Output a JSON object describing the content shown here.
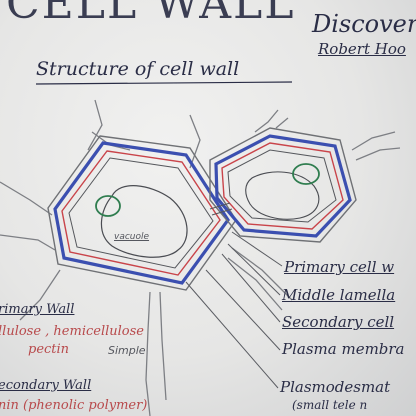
{
  "heading": "CELL WALL",
  "discovered": "Discover",
  "robert_hooke": "Robert Hoo",
  "subtitle": "Structure of cell wall",
  "vacuole": "vacuole",
  "labels": {
    "primary_cell_wall": "Primary cell w",
    "middle_lamella": "Middle lamella",
    "secondary_cell_wall": "Secondary cell",
    "plasma_membrane": "Plasma membra",
    "plasmodesmata": "Plasmodesmat",
    "plasmodesmata_note": "(small tele n"
  },
  "notes": {
    "primary_wall": "rimary Wall",
    "cellulose": "llulose , hemicellulose",
    "pectin": "pectin",
    "simple": "Simple",
    "secondary_wall": "econdary Wall",
    "lignin": "nin (phenolic polymer)"
  },
  "colors": {
    "ink": "#2a2d46",
    "blue": "#3b4fb0",
    "red": "#c9444a",
    "green": "#2f7d4f",
    "pencil": "#6a6c70"
  }
}
